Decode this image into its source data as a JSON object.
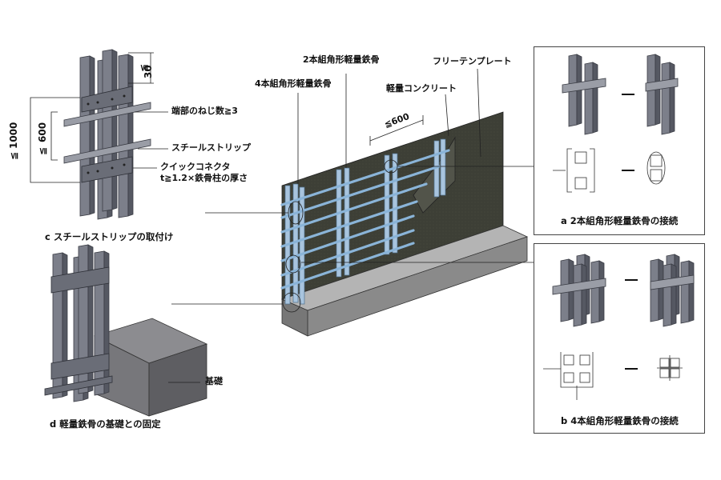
{
  "panel_c": {
    "caption": "c スチールストリップの取付け",
    "label_screws": "端部のねじ数≧3",
    "label_strip": "スチールストリップ",
    "label_connector": "クイックコネクタ",
    "label_connector_thickness": "t≧1.2×鉄骨柱の厚さ",
    "dim_top": "30",
    "dim_top_sym": "≦",
    "dim_outer": "1000",
    "dim_outer_sym": "≦",
    "dim_inner": "600",
    "dim_inner_sym": "≦"
  },
  "panel_d": {
    "caption": "d 軽量鉄骨の基礎との固定",
    "label_foundation": "基礎"
  },
  "main": {
    "label_2_square": "2本組角形軽量鉄骨",
    "label_4_square": "4本組角形軽量鉄骨",
    "label_free_plate": "フリーテンプレート",
    "label_concrete": "軽量コンクリート",
    "dim_spacing": "≦600"
  },
  "panel_a": {
    "caption": "a 2本組角形軽量鉄骨の接続"
  },
  "panel_b": {
    "caption": "b 4本組角形軽量鉄骨の接続"
  },
  "colors": {
    "steel": "#7c7f8a",
    "steel_dark": "#4d505a",
    "wall": "#3d3f36",
    "base": "#9a9a9a",
    "rebar": "#8ab4d8",
    "foundation": "#6e6e70"
  }
}
